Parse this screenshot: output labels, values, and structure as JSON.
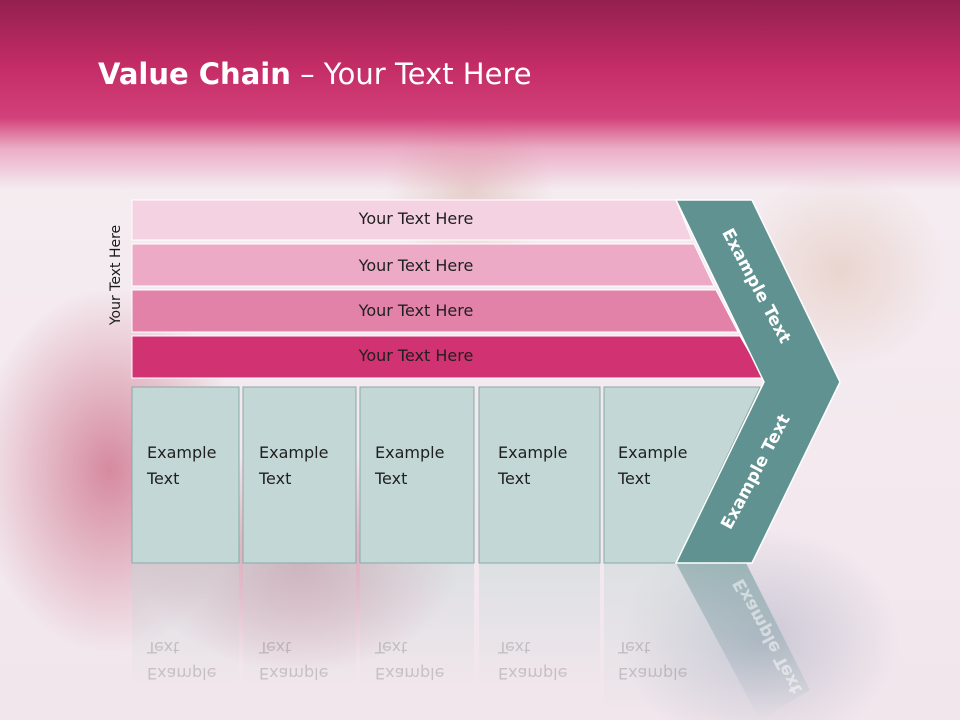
{
  "slide": {
    "title_bold": "Value Chain",
    "title_rest": " – Your Text Here",
    "side_label": "Your Text Here"
  },
  "bars": [
    {
      "label": "Your Text Here",
      "color": "#f5d2e1"
    },
    {
      "label": "Your Text Here",
      "color": "#ecaac6"
    },
    {
      "label": "Your Text Here",
      "color": "#e282a9"
    },
    {
      "label": "Your Text Here",
      "color": "#d13271"
    }
  ],
  "boxes": [
    {
      "line1": "Example",
      "line2": "Text"
    },
    {
      "line1": "Example",
      "line2": "Text"
    },
    {
      "line1": "Example",
      "line2": "Text"
    },
    {
      "line1": "Example",
      "line2": "Text"
    },
    {
      "line1": "Example",
      "line2": "Text"
    }
  ],
  "chevron": {
    "upper_label": "Example Text",
    "lower_label": "Example Text",
    "color": "#5f9291"
  },
  "colors": {
    "header": "#c42c66",
    "box_fill": "#c3d7d6",
    "box_border": "#8aa9a8"
  }
}
